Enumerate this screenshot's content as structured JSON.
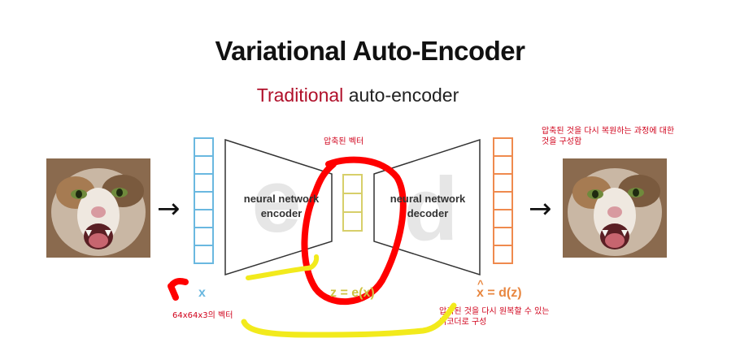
{
  "header": {
    "title": "Variational Auto-Encoder",
    "subtitle_accent": "Traditional",
    "subtitle_rest": "auto-encoder"
  },
  "diagram": {
    "encoder_label_line1": "neural network",
    "encoder_label_line2": "encoder",
    "decoder_label_line1": "neural network",
    "decoder_label_line2": "decoder",
    "encoder_watermark": "e",
    "decoder_watermark": "d",
    "input_label": "x",
    "latent_label": "z = e(x)",
    "output_label_symbol": "x",
    "output_label_rest": " = d(z)",
    "arrow_glyph": "→"
  },
  "annotations": {
    "latent_note": "압축된 벡터",
    "decoder_note_line1": "압축된 것을 다시 복원하는 과정에 대한",
    "decoder_note_line2": "것을 구성함",
    "input_note": "64x64x3의 벡터",
    "output_note_line1": "압축된 것을 다시 원복할 수 있는",
    "output_note_line2": "디코더로 구성"
  },
  "colors": {
    "accent_red": "#b0102a",
    "input_vector": "#6ab8e0",
    "latent_vector": "#d7cf6a",
    "output_vector": "#ef8a4e",
    "annotation_red": "#ff0000",
    "annotation_yellow": "#f2ea1c"
  }
}
